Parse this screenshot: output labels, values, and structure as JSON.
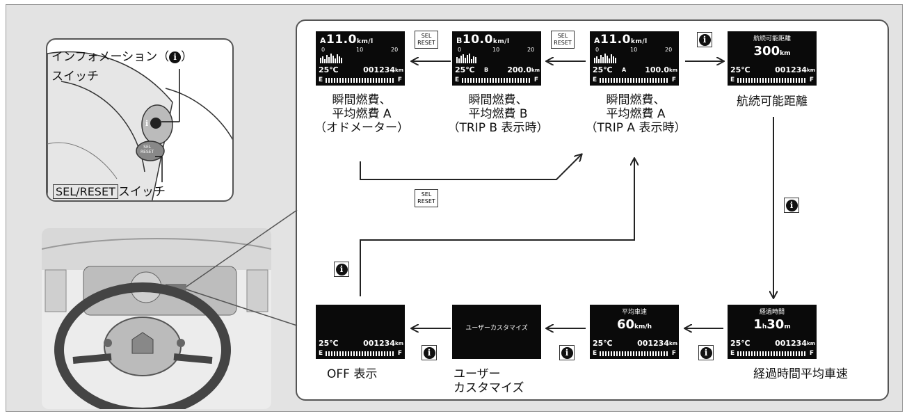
{
  "switch_inset": {
    "info_switch_label_line1": "インフォメーション（",
    "info_switch_label_close": "）",
    "info_switch_label_line2": "スイッチ",
    "sel_reset_box": "SEL/RESET",
    "sel_reset_suffix": "スイッチ",
    "info_symbol": "i",
    "sel_line": "SEL",
    "reset_line": "RESET"
  },
  "buttons": {
    "info_symbol": "i",
    "sel_line": "SEL",
    "reset_line": "RESET"
  },
  "screens": {
    "odometer": {
      "prefix": "A",
      "value": "11.0",
      "unit": "km/l",
      "scale": [
        "0",
        "10",
        "20"
      ],
      "temp": "25℃",
      "odo": "001234",
      "odo_unit": "km",
      "fuel_e": "E",
      "fuel_f": "F",
      "label_lines": [
        "瞬間燃費、",
        "平均燃費 A",
        "（オドメーター）"
      ]
    },
    "trip_b": {
      "prefix": "B",
      "value": "10.0",
      "unit": "km/l",
      "scale": [
        "0",
        "10",
        "20"
      ],
      "temp": "25℃",
      "trip_tag": "B",
      "trip": "200.0",
      "trip_unit": "km",
      "fuel_e": "E",
      "fuel_f": "F",
      "label_lines": [
        "瞬間燃費、",
        "平均燃費 B",
        "（TRIP B 表示時）"
      ]
    },
    "trip_a": {
      "prefix": "A",
      "value": "11.0",
      "unit": "km/l",
      "scale": [
        "0",
        "10",
        "20"
      ],
      "temp": "25℃",
      "trip_tag": "A",
      "trip": "100.0",
      "trip_unit": "km",
      "fuel_e": "E",
      "fuel_f": "F",
      "label_lines": [
        "瞬間燃費、",
        "平均燃費 A",
        "（TRIP A 表示時）"
      ]
    },
    "range": {
      "header": "航続可能距離",
      "value": "300",
      "unit": "km",
      "temp": "25℃",
      "odo": "001234",
      "odo_unit": "km",
      "fuel_e": "E",
      "fuel_f": "F",
      "label": "航続可能距離"
    },
    "elapsed": {
      "header": "経過時間",
      "hours": "1",
      "h_unit": "h",
      "minutes": "30",
      "m_unit": "m",
      "temp": "25℃",
      "odo": "001234",
      "odo_unit": "km",
      "fuel_e": "E",
      "fuel_f": "F",
      "label": "経過時間平均車速"
    },
    "avg_speed": {
      "header": "平均車速",
      "value": "60",
      "unit": "km/h",
      "temp": "25℃",
      "odo": "001234",
      "odo_unit": "km",
      "fuel_e": "E",
      "fuel_f": "F"
    },
    "customize": {
      "center": "ユーザーカスタマイズ",
      "label_lines": [
        "ユーザー",
        "カスタマイズ"
      ]
    },
    "off": {
      "temp": "25℃",
      "odo": "001234",
      "odo_unit": "km",
      "fuel_e": "E",
      "fuel_f": "F",
      "label": "OFF 表示"
    }
  }
}
